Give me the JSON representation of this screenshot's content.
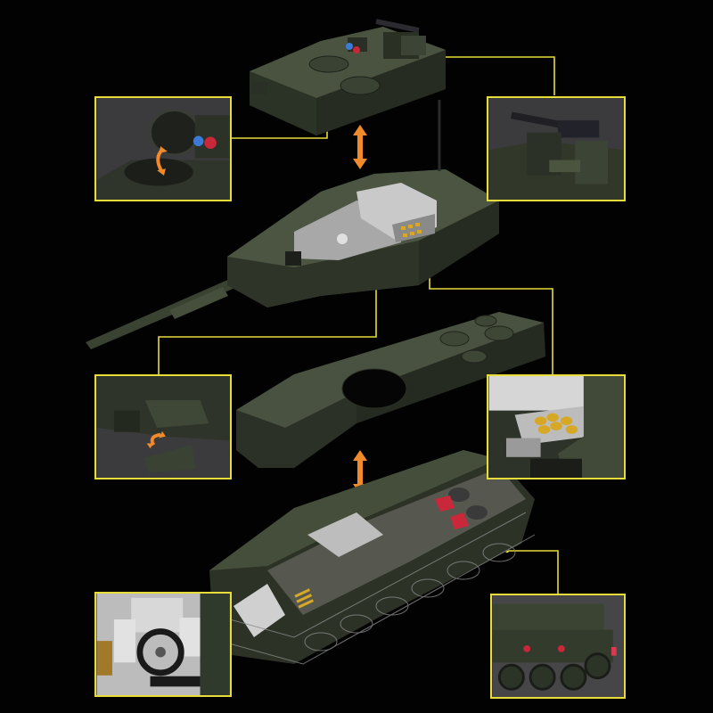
{
  "scene": {
    "title": "Exploded view of brick-built main battle tank",
    "background": "#020202",
    "accent_line_color": "#e8dc3a",
    "arrow_color": "#f08a2a",
    "armor_color": "#3c4432"
  },
  "components": [
    {
      "id": "turret-roof",
      "label": "Turret roof with commander hatch and remote weapon station"
    },
    {
      "id": "turret",
      "label": "Turret with main gun and interior ammunition storage"
    },
    {
      "id": "hull-deck",
      "label": "Hull top deck with turret ring opening and hatches"
    },
    {
      "id": "hull",
      "label": "Hull chassis with engine, driver station and tracks"
    }
  ],
  "arrows": [
    {
      "id": "arrow-roof-turret",
      "label": "Lift-off roof"
    },
    {
      "id": "arrow-deck-hull",
      "label": "Lift-off deck"
    }
  ],
  "callouts": [
    {
      "id": "callout-hatch",
      "label": "Opening commander hatch"
    },
    {
      "id": "callout-rws",
      "label": "Remote weapon station machine gun"
    },
    {
      "id": "callout-side-hatch",
      "label": "Hinged hull side panel"
    },
    {
      "id": "callout-ammo",
      "label": "Ammunition rack with shells"
    },
    {
      "id": "callout-driver",
      "label": "Driver cockpit with steering wheel and panels"
    },
    {
      "id": "callout-side-view",
      "label": "Side view of tank hull and road wheels"
    }
  ]
}
